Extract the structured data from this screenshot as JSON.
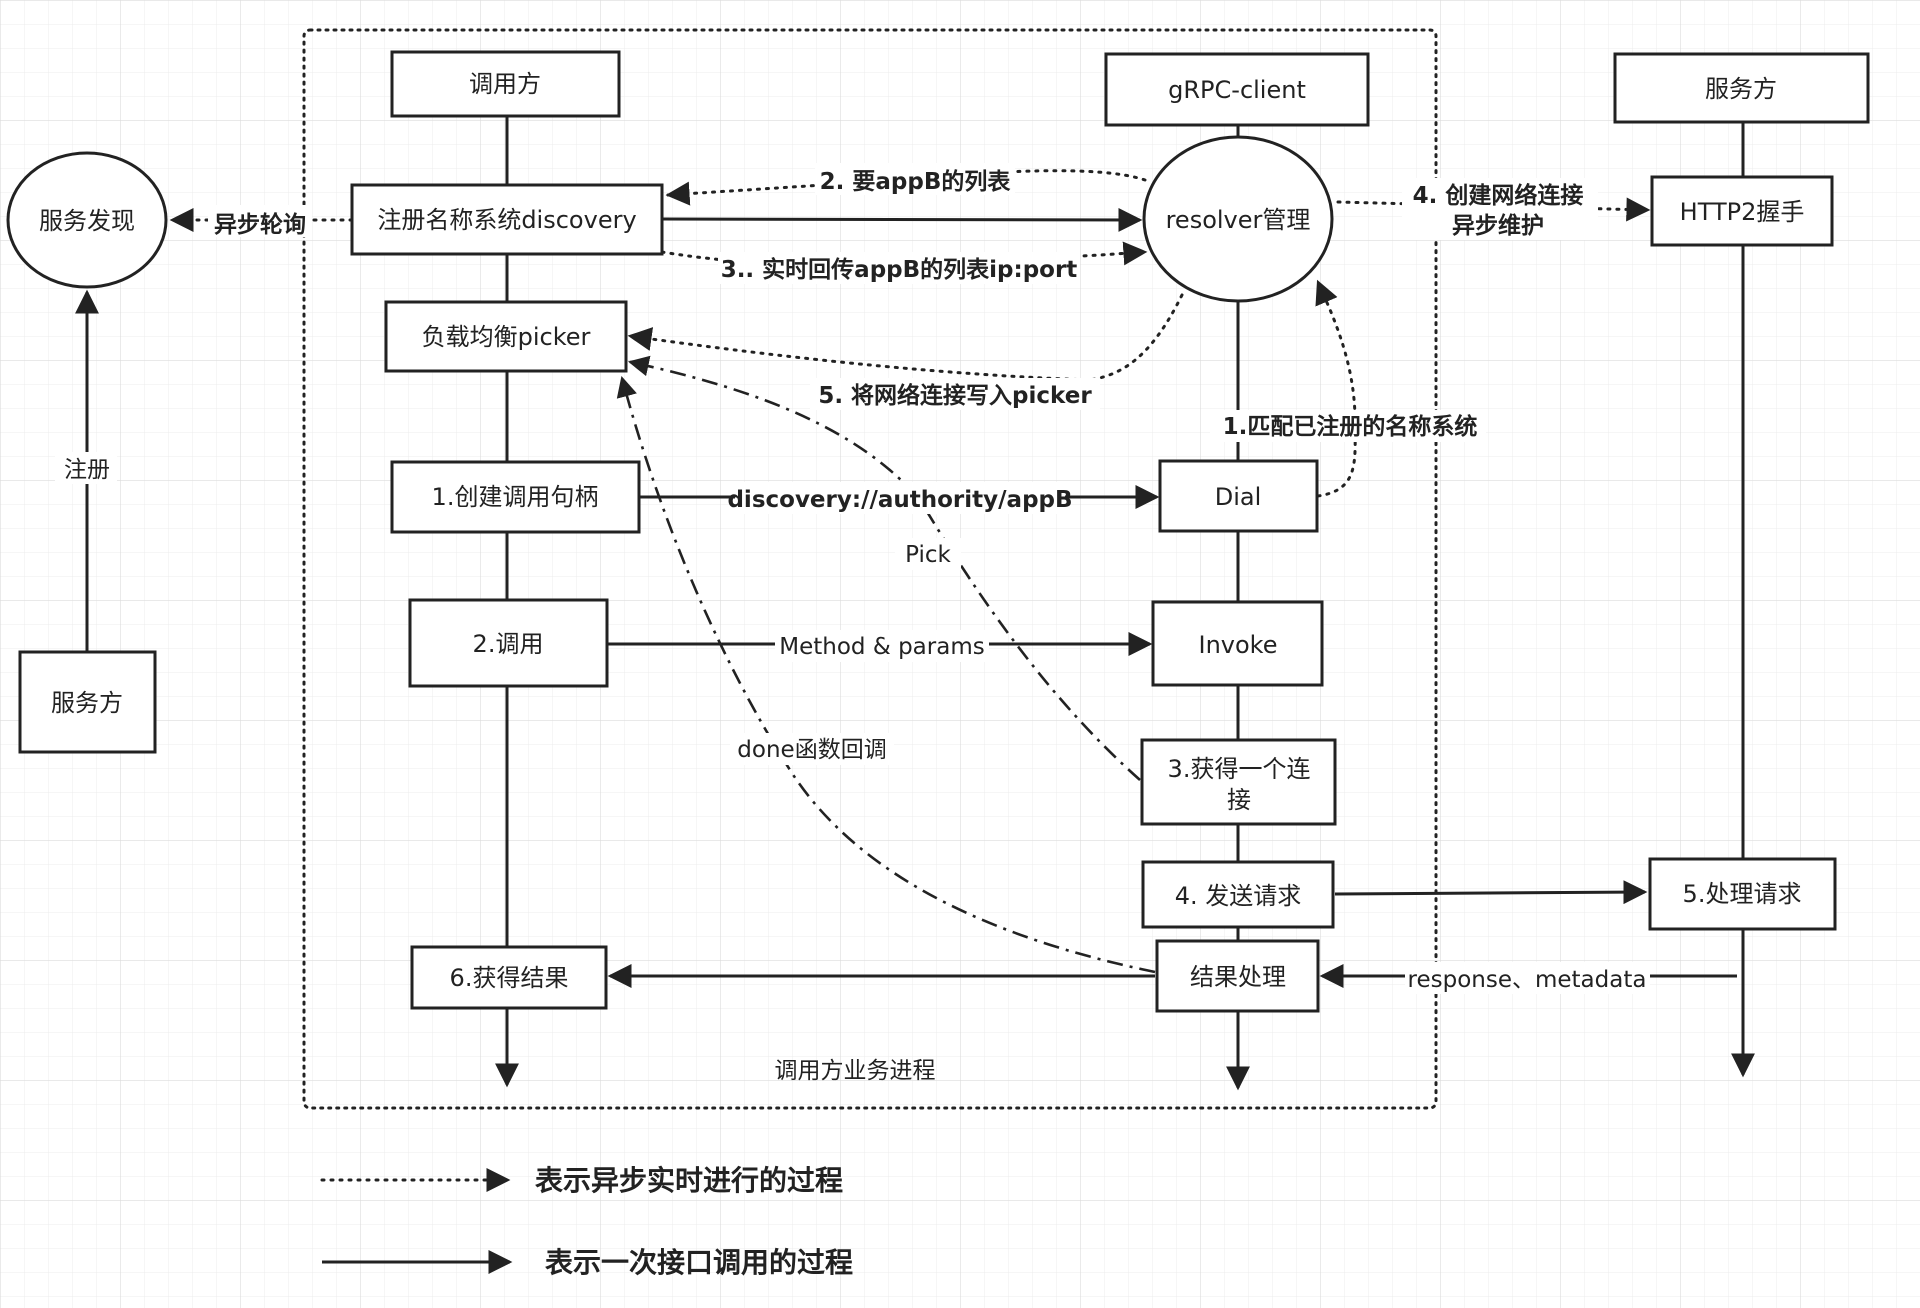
{
  "nodes": {
    "caller": "调用方",
    "grpc_client": "gRPC-client",
    "provider_right": "服务方",
    "service_discovery": "服务发现",
    "register_discovery": "注册名称系统discovery",
    "resolver": "resolver管理",
    "http2": "HTTP2握手",
    "picker": "负载均衡picker",
    "create_handle": "1.创建调用句柄",
    "dial": "Dial",
    "call": "2.调用",
    "invoke": "Invoke",
    "get_conn_line1": "3.获得一个连",
    "get_conn_line2": "接",
    "send_request": "4. 发送请求",
    "handle_request": "5.处理请求",
    "get_result": "6.获得结果",
    "result_process": "结果处理",
    "provider_left": "服务方"
  },
  "edges": {
    "async_poll": "异步轮询",
    "register": "注册",
    "want_list": "2. 要appB的列表",
    "return_list": "3.. 实时回传appB的列表ip:port",
    "create_conn_line1": "4. 创建网络连接",
    "create_conn_line2": "异步维护",
    "write_picker": "5. 将网络连接写入picker",
    "match_registered": "1.匹配已注册的名称系统",
    "dial_target": "discovery://authority/appB",
    "pick": "Pick",
    "method_params": "Method & params",
    "done_callback": "done函数回调",
    "response_metadata": "response、metadata"
  },
  "frame_label": "调用方业务进程",
  "legend": {
    "dotted": "表示异步实时进行的过程",
    "solid": "表示一次接口调用的过程"
  }
}
